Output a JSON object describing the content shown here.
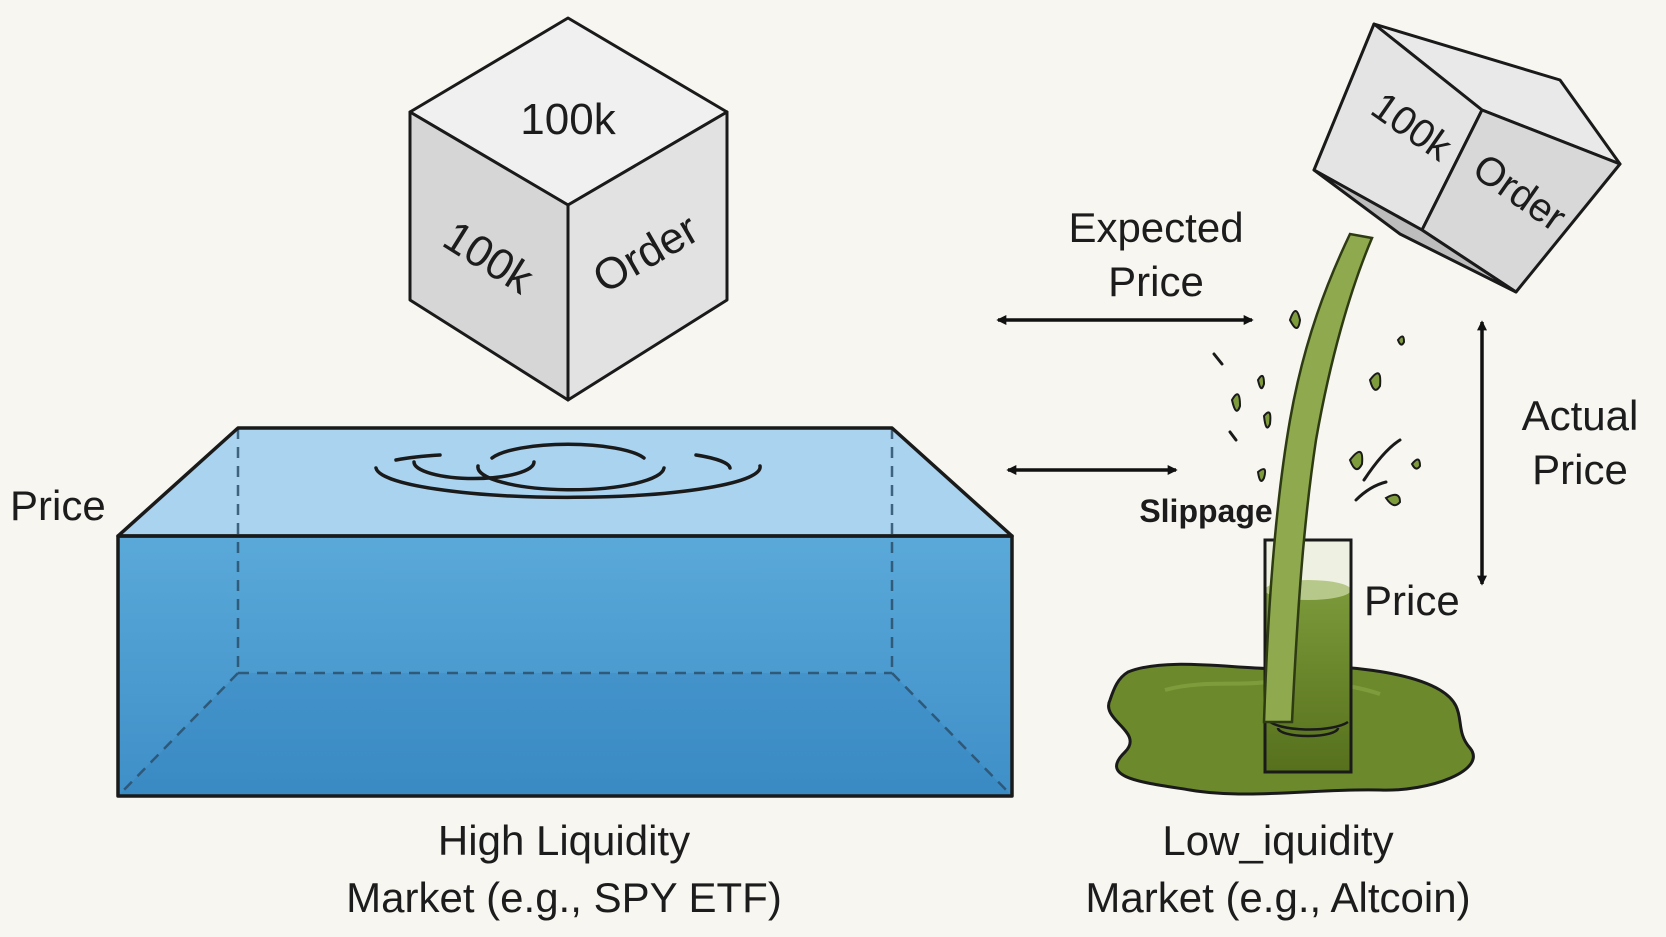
{
  "high_liquidity": {
    "cube_top": "100k",
    "cube_left": "100k",
    "cube_right": "Order",
    "price_label": "Price",
    "caption_line1": "High Liquidity",
    "caption_line2": "Market (e.g., SPY ETF)"
  },
  "low_liquidity": {
    "cube_left": "100k",
    "cube_right": "Order",
    "expected_line1": "Expected",
    "expected_line2": "Price",
    "slippage": "Slippage",
    "actual_line1": "Actual",
    "actual_line2": "Price",
    "price_label": "Price",
    "caption_line1": "Low_iquidity",
    "caption_line2": "Market (e.g., Altcoin)"
  },
  "colors": {
    "background": "#f7f6f1",
    "water_front": "#4e9ed2",
    "water_top": "#a9d3ef",
    "liquid_green": "#6f8a2a",
    "liquid_light": "#b7c98a",
    "cube_face": "#e7e7e7"
  }
}
